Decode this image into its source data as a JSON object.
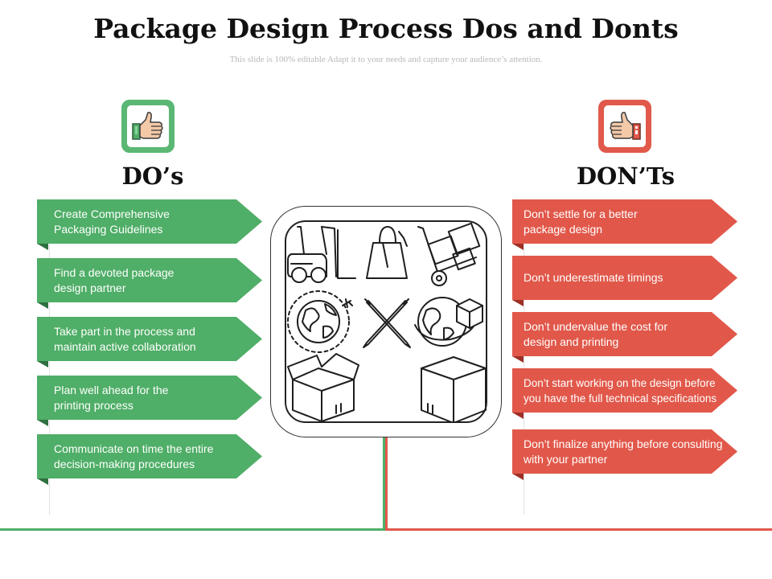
{
  "header": {
    "title": "Package Design Process Dos and Donts",
    "subtitle": "This slide is 100% editable Adapt it to your needs and capture your audience’s attention."
  },
  "dos": {
    "heading": "DO’s",
    "icon": "thumbs-up-icon",
    "items": [
      {
        "text": "Create Comprehensive Packaging Guidelines"
      },
      {
        "text": "Find a devoted package design partner"
      },
      {
        "text": "Take part in the process and maintain active collaboration"
      },
      {
        "text": "Plan well ahead for the printing process"
      },
      {
        "text": "Communicate on time the entire decision-making procedures"
      }
    ]
  },
  "donts": {
    "heading": "DON’Ts",
    "icon": "thumbs-down-icon",
    "items": [
      {
        "text": "Don’t settle for a better package design"
      },
      {
        "text": "Don’t underestimate timings"
      },
      {
        "text": "Don’t undervalue the cost for design and printing"
      },
      {
        "text": "Don’t start working on the design before you have the full technical specifications"
      },
      {
        "text": "Don’t finalize anything before consulting with your partner"
      }
    ]
  },
  "center_icons": [
    "forklift-icon",
    "shopping-bag-icon",
    "hand-truck-icon",
    "globe-plane-icon",
    "crossed-pencils-icon",
    "globe-box-icon",
    "open-box-icon",
    "closed-box-icon"
  ],
  "colors": {
    "do_green": "#4fae67",
    "dont_red": "#e1584a",
    "text_dark": "#111111"
  }
}
